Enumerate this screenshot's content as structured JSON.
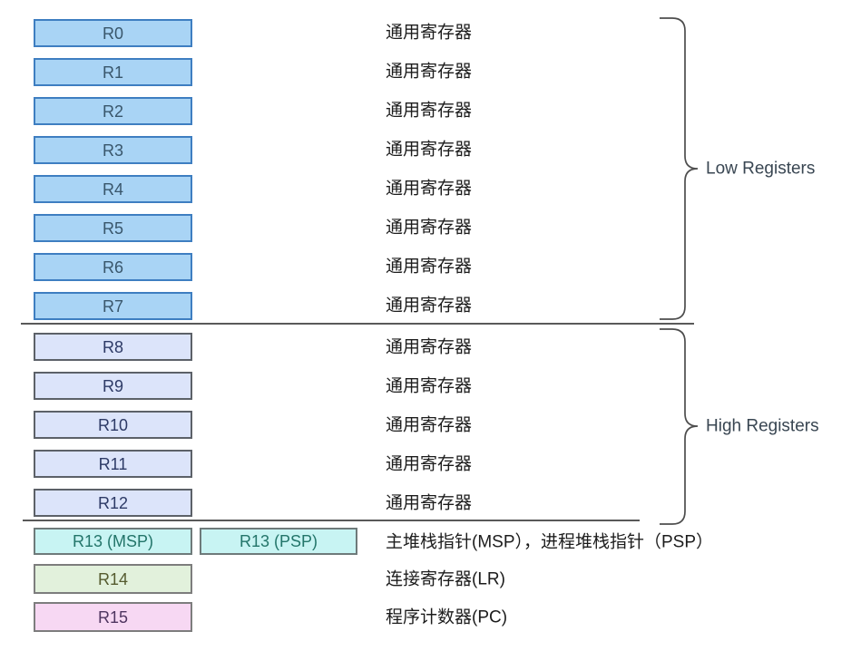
{
  "registers": [
    {
      "name": "R0",
      "desc": "通用寄存器"
    },
    {
      "name": "R1",
      "desc": "通用寄存器"
    },
    {
      "name": "R2",
      "desc": "通用寄存器"
    },
    {
      "name": "R3",
      "desc": "通用寄存器"
    },
    {
      "name": "R4",
      "desc": "通用寄存器"
    },
    {
      "name": "R5",
      "desc": "通用寄存器"
    },
    {
      "name": "R6",
      "desc": "通用寄存器"
    },
    {
      "name": "R7",
      "desc": "通用寄存器"
    },
    {
      "name": "R8",
      "desc": "通用寄存器"
    },
    {
      "name": "R9",
      "desc": "通用寄存器"
    },
    {
      "name": "R10",
      "desc": "通用寄存器"
    },
    {
      "name": "R11",
      "desc": "通用寄存器"
    },
    {
      "name": "R12",
      "desc": "通用寄存器"
    }
  ],
  "r13": {
    "msp": "R13 (MSP)",
    "psp": "R13 (PSP)",
    "desc": "主堆栈指针(MSP），进程堆栈指针（PSP）"
  },
  "r14": {
    "name": "R14",
    "desc": "连接寄存器(LR)"
  },
  "r15": {
    "name": "R15",
    "desc": "程序计数器(PC)"
  },
  "groups": {
    "low": {
      "label": "Low Registers"
    },
    "high": {
      "label": "High Registers"
    }
  },
  "colors": {
    "low_register_fill": "#a9d4f5",
    "low_register_border": "#3e7ec1",
    "high_register_fill": "#dce4fa",
    "r13_fill": "#c8f4f3",
    "r14_fill": "#e2f1dc",
    "r15_fill": "#f7d8f3",
    "separator": "#595959",
    "brace": "#4d4d4d"
  }
}
